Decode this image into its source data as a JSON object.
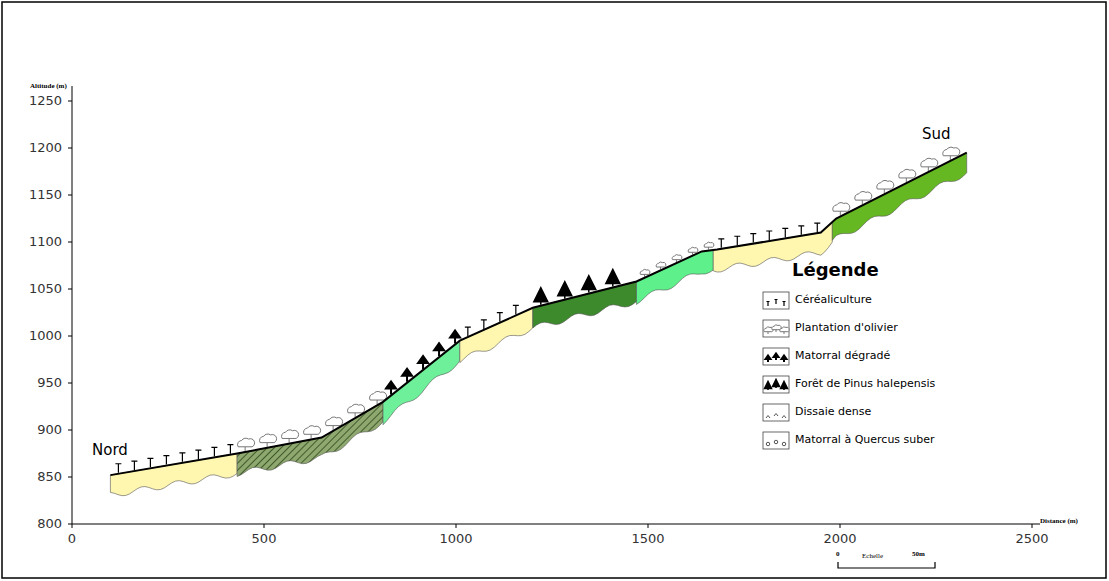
{
  "diagram": {
    "labels": [
      "Altitude (m)",
      "1250",
      "1200",
      "1150",
      "1100",
      "1050",
      "1000",
      "950",
      "900",
      "850",
      "800",
      "0",
      "500",
      "1000",
      "1500",
      "2000",
      "2500",
      "Distance (m)",
      "Nord",
      "Sud",
      "Légende",
      "0",
      "Echelle",
      "50m"
    ],
    "legend": [
      {
        "text": "Céréaliculture"
      },
      {
        "text": "Plantation d'olivier"
      },
      {
        "text": "Matorral dégradé"
      },
      {
        "text": "Forêt de Pinus halepensis"
      },
      {
        "text": "Dissaie dense"
      },
      {
        "text": "Matorral à Quercus suber"
      }
    ]
  }
}
